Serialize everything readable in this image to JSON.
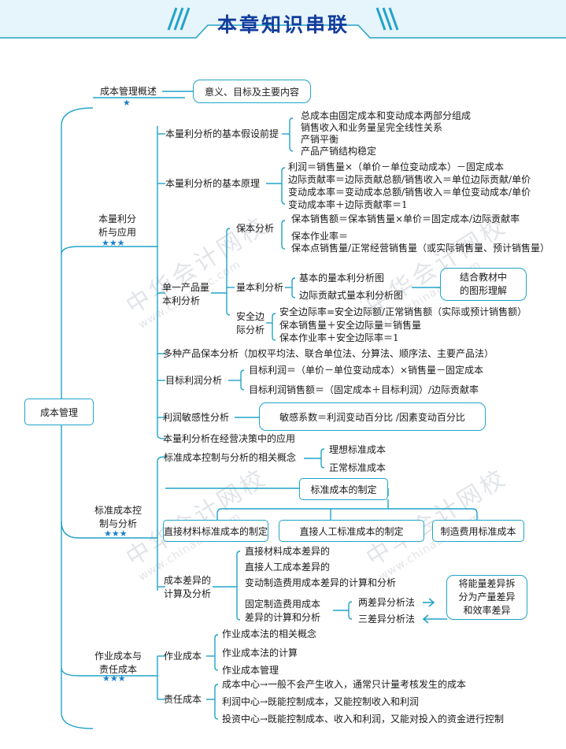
{
  "title": "本章知识串联",
  "watermark": {
    "cn": "中华会计网校",
    "en": "www.chinaacc.com"
  },
  "colors": {
    "line": "#21a3c9",
    "title": "#123d9c",
    "star": "#1e7fc8"
  },
  "root": "成本管理",
  "s1": {
    "title": "成本管理概述",
    "stars": "★",
    "box": "意义、目标及主要内容"
  },
  "s2": {
    "title": "本量利分\n析与应用",
    "stars": "★★★",
    "assump": {
      "title": "本量利分析的基本假设前提",
      "items": [
        "总成本由固定成本和变动成本两部分组成",
        "销售收入和业务量呈完全线性关系",
        "产销平衡",
        "产品产销结构稳定"
      ]
    },
    "principle": {
      "title": "本量利分析的基本原理",
      "items": [
        "利润＝销售量×（单价－单位变动成本）－固定成本",
        "边际贡献率＝边际贡献总额/销售收入＝单位边际贡献/单价",
        "变动成本率＝变动成本总额/销售收入＝单位变动成本/单价",
        "变动成本率＋边际贡献率＝1"
      ]
    },
    "single": {
      "title": "单一产品量\n本利分析",
      "breakeven": {
        "title": "保本分析",
        "items": [
          "保本销售额＝保本销售量×单价＝固定成本/边际贡献率",
          "保本作业率＝",
          "保本点销售量/正常经营销售量（或实际销售量、预计销售量）"
        ]
      },
      "cvp": {
        "title": "量本利分析",
        "items": [
          "基本的量本利分析图",
          "边际贡献式量本利分析图"
        ],
        "box": "结合教材中\n的图形理解"
      },
      "safety": {
        "title": "安全边\n际分析",
        "items": [
          "安全边际率=安全边际额/正常销售额（实际或预计销售额）",
          "保本销售量＋安全边际量＝销售量",
          "保本作业率＋安全边际率＝1"
        ]
      }
    },
    "multi": "多种产品保本分析（加权平均法、联合单位法、分算法、顺序法、主要产品法）",
    "target": {
      "title": "目标利润分析",
      "items": [
        "目标利润＝（单价－单位变动成本）×销售量－固定成本",
        "目标利润销售额＝（固定成本＋目标利润）/边际贡献率"
      ]
    },
    "sensitivity": {
      "title": "利润敏感性分析",
      "box": "敏感系数＝利润变动百分比 /因素变动百分比"
    },
    "decision": "本量利分析在经营决策中的应用"
  },
  "s3": {
    "title": "标准成本控\n制与分析",
    "stars": "★★★",
    "concept": {
      "title": "标准成本控制与分析的相关概念",
      "items": [
        "理想标准成本",
        "正常标准成本"
      ]
    },
    "setting": {
      "box": "标准成本的制定",
      "children": [
        "直接材料标准成本的制定",
        "直接人工标准成本的制定",
        "制造费用标准成本"
      ]
    },
    "variance": {
      "title": "成本差异的\n计算及分析",
      "items": [
        "直接材料成本差异的",
        "直接人工成本差异的",
        "变动制造费用成本差异的计算和分析"
      ],
      "fixed": {
        "title": "固定制造费用成本\n差异的计算和分析",
        "items": [
          "两差异分析法",
          "三差异分析法"
        ],
        "box": "将能量差异拆\n分为产量差异\n和效率差异"
      }
    }
  },
  "s4": {
    "title": "作业成本与\n责任成本",
    "stars": "★★★",
    "abc": {
      "title": "作业成本",
      "items": [
        "作业成本法的相关概念",
        "作业成本法的计算",
        "作业成本管理"
      ]
    },
    "resp": {
      "title": "责任成本",
      "items": [
        "成本中心→一般不会产生收入，通常只计量考核发生的成本",
        "利润中心→既能控制成本，又能控制收入和利润",
        "投资中心→既能控制成本、收入和利润，又能对投入的资金进行控制"
      ]
    }
  }
}
